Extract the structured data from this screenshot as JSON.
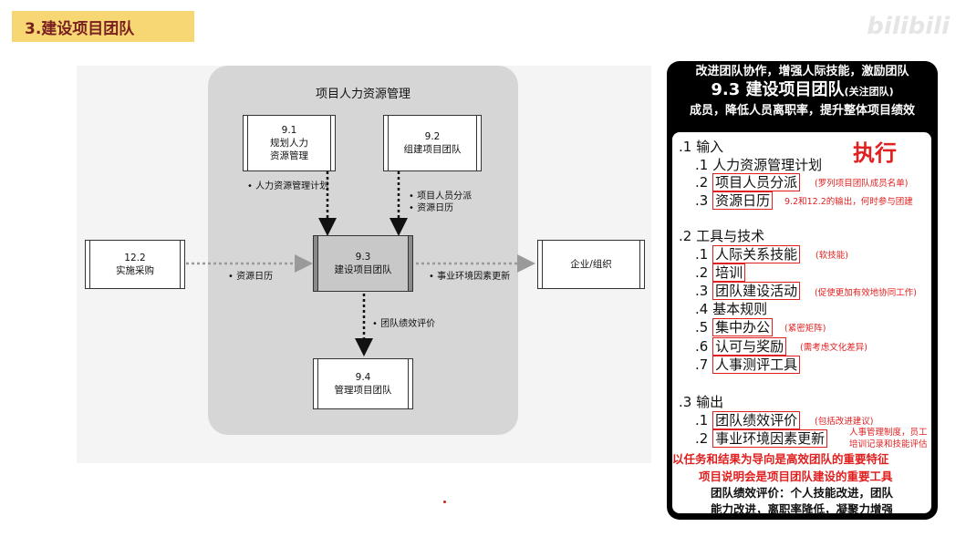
{
  "slide_title": "3.建设项目团队",
  "watermark": "bilibili",
  "diagram": {
    "group_title": "项目人力资源管理",
    "boxes": {
      "b91": {
        "id": "9.1",
        "label": "规划人力\n资源管理"
      },
      "b92": {
        "id": "9.2",
        "label": "组建项目团队"
      },
      "b93": {
        "id": "9.3",
        "label": "建设项目团队"
      },
      "b94": {
        "id": "9.4",
        "label": "管理项目团队"
      },
      "b122": {
        "id": "12.2",
        "label": "实施采购"
      },
      "org": {
        "label": "企业/组织"
      }
    },
    "flows": {
      "f1": "• 人力资源管理计划",
      "f2a": "• 项目人员分派",
      "f2b": "• 资源日历",
      "f3": "• 资源日历",
      "f4": "• 事业环境因素更新",
      "f5": "• 团队绩效评价"
    }
  },
  "summary": {
    "header_line1": "改进团队协作，增强人际技能，激励团队",
    "header_line2_main": "9.3 建设项目团队",
    "header_line2_small": "(关注团队)",
    "header_line3": "成员，降低人员离职率，提升整体项目绩效",
    "exec_label": "执行",
    "inputs_heading": ".1 输入",
    "inputs": {
      "i1": ".1 人力资源管理计划",
      "i2_num": ".2",
      "i2": "项目人员分派",
      "i2_note": "(罗列项目团队成员名单)",
      "i3_num": ".3",
      "i3": "资源日历",
      "i3_note": "9.2和12.2的输出，何时参与团建"
    },
    "tools_heading": ".2 工具与技术",
    "tools": {
      "t1_num": ".1",
      "t1": "人际关系技能",
      "t1_note": "(软技能)",
      "t2_num": ".2",
      "t2": "培训",
      "t3_num": ".3",
      "t3": "团队建设活动",
      "t3_note": "(促使更加有效地协同工作)",
      "t4": ".4 基本规则",
      "t5_num": ".5",
      "t5": "集中办公",
      "t5_note": "(紧密矩阵)",
      "t6_num": ".6",
      "t6": "认可与奖励",
      "t6_note": "(需考虑文化差异)",
      "t7_num": ".7",
      "t7": "人事测评工具"
    },
    "outputs_heading": ".3 输出",
    "outputs": {
      "o1_num": ".1",
      "o1": "团队绩效评价",
      "o1_note": "(包括改进建议)",
      "o2_num": ".2",
      "o2": "事业环境因素更新",
      "o2_note1": "人事管理制度，员工",
      "o2_note2": "培训记录和技能评估"
    },
    "footer_red1": "以任务和结果为导向是高效团队的重要特征",
    "footer_red2": "项目说明会是项目团队建设的重要工具",
    "footer_black1": "团队绩效评价：个人技能改进，团队",
    "footer_black2": "能力改进，离职率降低，凝聚力增强"
  }
}
